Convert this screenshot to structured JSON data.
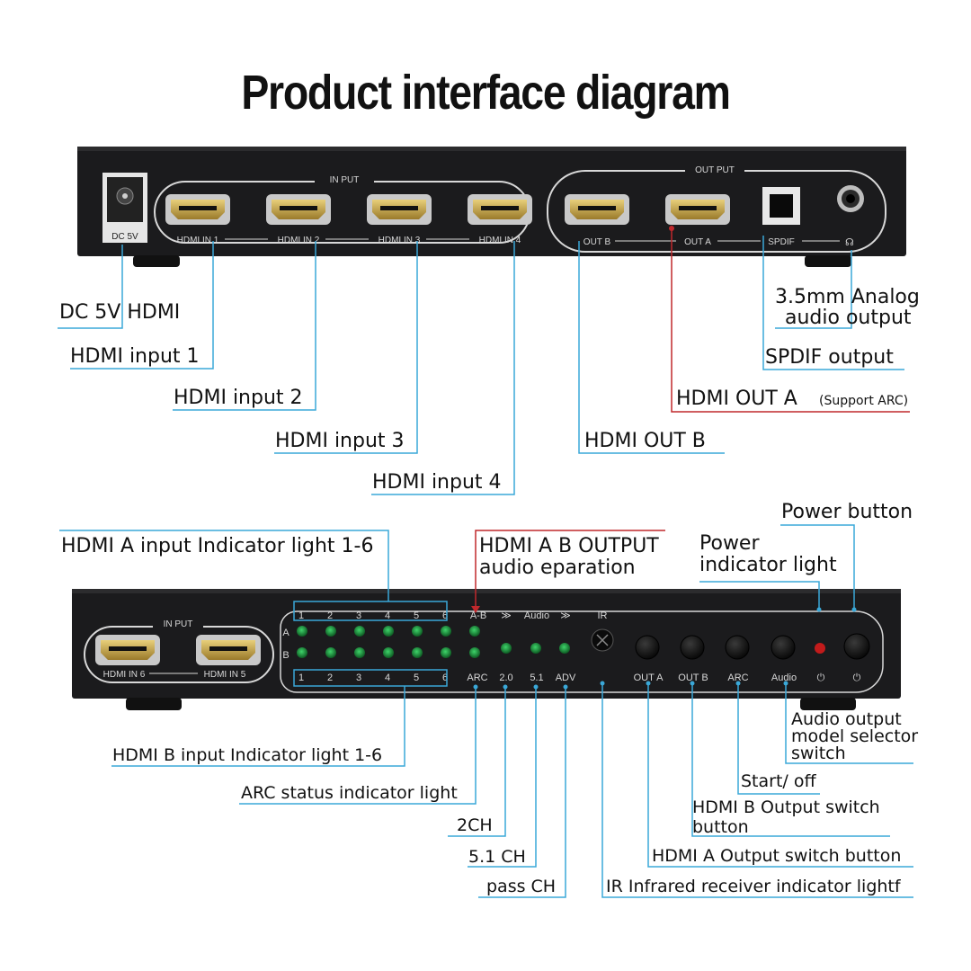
{
  "title": "Product interface diagram",
  "rear_panel": {
    "dc_label": "DC 5V",
    "input_group": "IN PUT",
    "output_group": "OUT PUT",
    "ports": [
      "HDMI IN 1",
      "HDMI IN 2",
      "HDMI IN 3",
      "HDMI IN 4",
      "OUT B",
      "OUT A",
      "SPDIF"
    ]
  },
  "front_panel": {
    "input_group": "IN PUT",
    "ports": [
      "HDMI IN 6",
      "HDMI IN 5"
    ],
    "led_numbers": [
      "1",
      "2",
      "3",
      "4",
      "5",
      "6"
    ],
    "row_labels": [
      "A",
      "B"
    ],
    "top_labels": [
      "A-B",
      "Audio",
      "IR"
    ],
    "bottom_labels": [
      "ARC",
      "2.0",
      "5.1",
      "ADV",
      "OUT A",
      "OUT B",
      "ARC",
      "Audio"
    ]
  },
  "callouts_rear": {
    "dc": "DC 5V HDMI",
    "in1": "HDMI input 1",
    "in2": "HDMI input 2",
    "in3": "HDMI input 3",
    "in4": "HDMI input 4",
    "outb": "HDMI OUT B",
    "outa": "HDMI OUT A",
    "outa_note": "(Support ARC)",
    "spdif": "SPDIF output",
    "analog_line1": "3.5mm Analog",
    "analog_line2": "audio output"
  },
  "callouts_front": {
    "a_ind": "HDMI A input Indicator light 1-6",
    "ab_line1": "HDMI A B OUTPUT",
    "ab_line2": "audio eparation",
    "power_button": "Power button",
    "power_ind_line1": "Power",
    "power_ind_line2": "indicator light",
    "b_ind": "HDMI B input Indicator light 1-6",
    "arc": "ARC status indicator light",
    "ch2": "2CH",
    "ch51": "5.1 CH",
    "pass": "pass CH",
    "ir": "IR Infrared receiver indicator lightf",
    "outa_btn": "HDMI A Output switch button",
    "outb_line1": "HDMI B Output switch",
    "outb_line2": "button",
    "start": "Start/ off",
    "audio_line1": "Audio output",
    "audio_line2": "model selector",
    "audio_line3": "switch"
  },
  "colors": {
    "leader": "#3aa8d8",
    "leader_red": "#c0282c",
    "led_green": "#1f9a3c",
    "panel": "#1b1b1d"
  }
}
